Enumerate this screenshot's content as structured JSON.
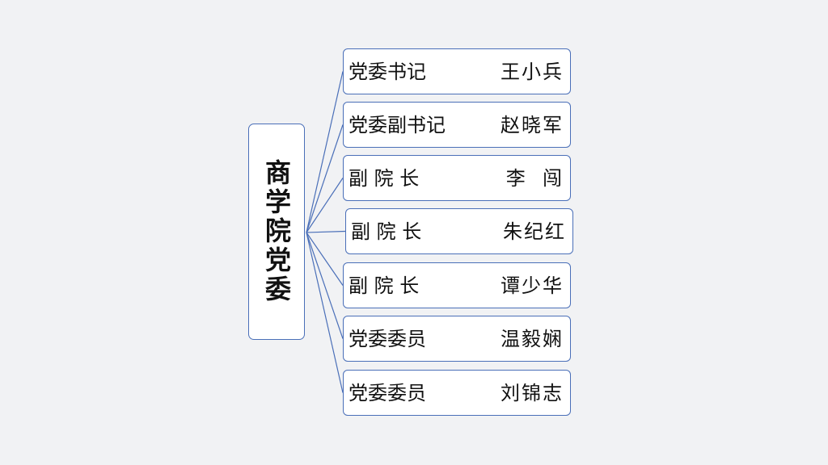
{
  "root": {
    "label": "商学院党委"
  },
  "members": [
    {
      "role": "党委书记",
      "name": "王小兵"
    },
    {
      "role": "党委副书记",
      "name": "赵晓军"
    },
    {
      "role": "副 院 长",
      "name": "李  闯"
    },
    {
      "role": "副 院 长",
      "name": "朱纪红"
    },
    {
      "role": "副 院 长",
      "name": "谭少华"
    },
    {
      "role": "党委委员",
      "name": "温毅娴"
    },
    {
      "role": "党委委员",
      "name": "刘锦志"
    }
  ],
  "colors": {
    "background": "#f1f2f4",
    "box_border": "#4a6fb8",
    "connector": "#4a6fb8",
    "text": "#111111"
  }
}
